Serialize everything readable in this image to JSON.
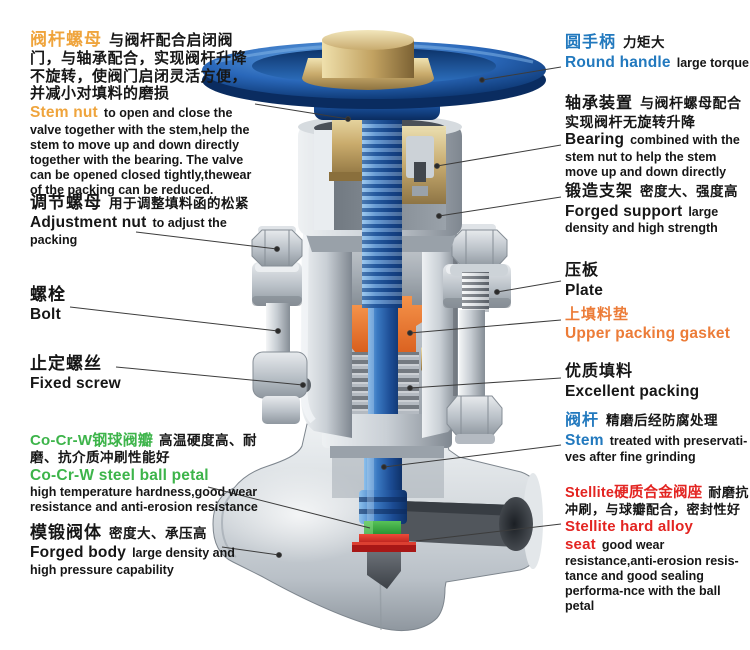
{
  "colors": {
    "accent_orange": "#EFA43C",
    "accent_blue": "#2279BE",
    "accent_green": "#3DB44A",
    "accent_red": "#E32421",
    "gasket_orange": "#EC7C38",
    "text": "#161616",
    "handle_blue": "#1d5cae",
    "brass": "#c9ab6c",
    "steel_gray": "#c7cdd3"
  },
  "left": {
    "stem_nut": {
      "zh_t": "阀杆螺母",
      "zh_d": "与阀杆配合启闭阀门，与轴承配合，实现阀杆升降不旋转，使阀门启闭灵活方便，并减小对填料的磨损",
      "en_t": "Stem nut",
      "en_d": "to open and close the valve together with the stem,help the stem to move up and down directly together with the bearing. The valve can be opened closed tightly,thewear of the packing can be reduced."
    },
    "adjustment_nut": {
      "zh_t": "调节螺母",
      "zh_d": "用于调整填料函的松紧",
      "en_t": "Adjustment nut",
      "en_d": "to adjust the packing"
    },
    "bolt": {
      "zh_t": "螺栓",
      "en_t": "Bolt"
    },
    "fixed_screw": {
      "zh_t": "止定螺丝",
      "en_t": "Fixed screw"
    },
    "ball_petal": {
      "zh_t": "Co-Cr-W钢球阀瓣",
      "zh_d": "高温硬度高、耐磨、抗介质冲刷性能好",
      "en_t": "Co-Cr-W steel ball petal",
      "en_d": "high temperature hardness,good wear resistance and anti-erosion resistance"
    },
    "forged_body": {
      "zh_t": "模锻阀体",
      "zh_d": "密度大、承压高",
      "en_t": "Forged body",
      "en_d": "large density and high pressure capability"
    }
  },
  "right": {
    "round_handle": {
      "zh_t": "圆手柄",
      "zh_d": "力矩大",
      "en_t": "Round handle",
      "en_d": "large torque"
    },
    "bearing": {
      "zh_t": "轴承装置",
      "zh_d": "与阀杆螺母配合实现阀杆无旋转升降",
      "en_t": "Bearing",
      "en_d": "combined with the stem nut to help the stem move up and down directly"
    },
    "forged_support": {
      "zh_t": "锻造支架",
      "zh_d": "密度大、强度高",
      "en_t": "Forged support",
      "en_d": "large density and high strength"
    },
    "plate": {
      "zh_t": "压板",
      "en_t": "Plate"
    },
    "upper_packing_gasket": {
      "zh_t": "上填料垫",
      "en_t": "Upper packing gasket"
    },
    "excellent_packing": {
      "zh_t": "优质填料",
      "en_t": "Excellent packing"
    },
    "stem": {
      "zh_t": "阀杆",
      "zh_d": "精磨后经防腐处理",
      "en_t": "Stem",
      "en_d": "treated with preservati-ves after fine grinding"
    },
    "stellite_seat": {
      "zh_t": "Stellite硬质合金阀座",
      "zh_d": "耐磨抗冲刷，与球瓣配合，密封性好",
      "en_t": "Stellite hard alloy seat",
      "en_d": "good wear resistance,anti-erosion resis-tance and good sealing performa-nce with the ball petal"
    }
  }
}
